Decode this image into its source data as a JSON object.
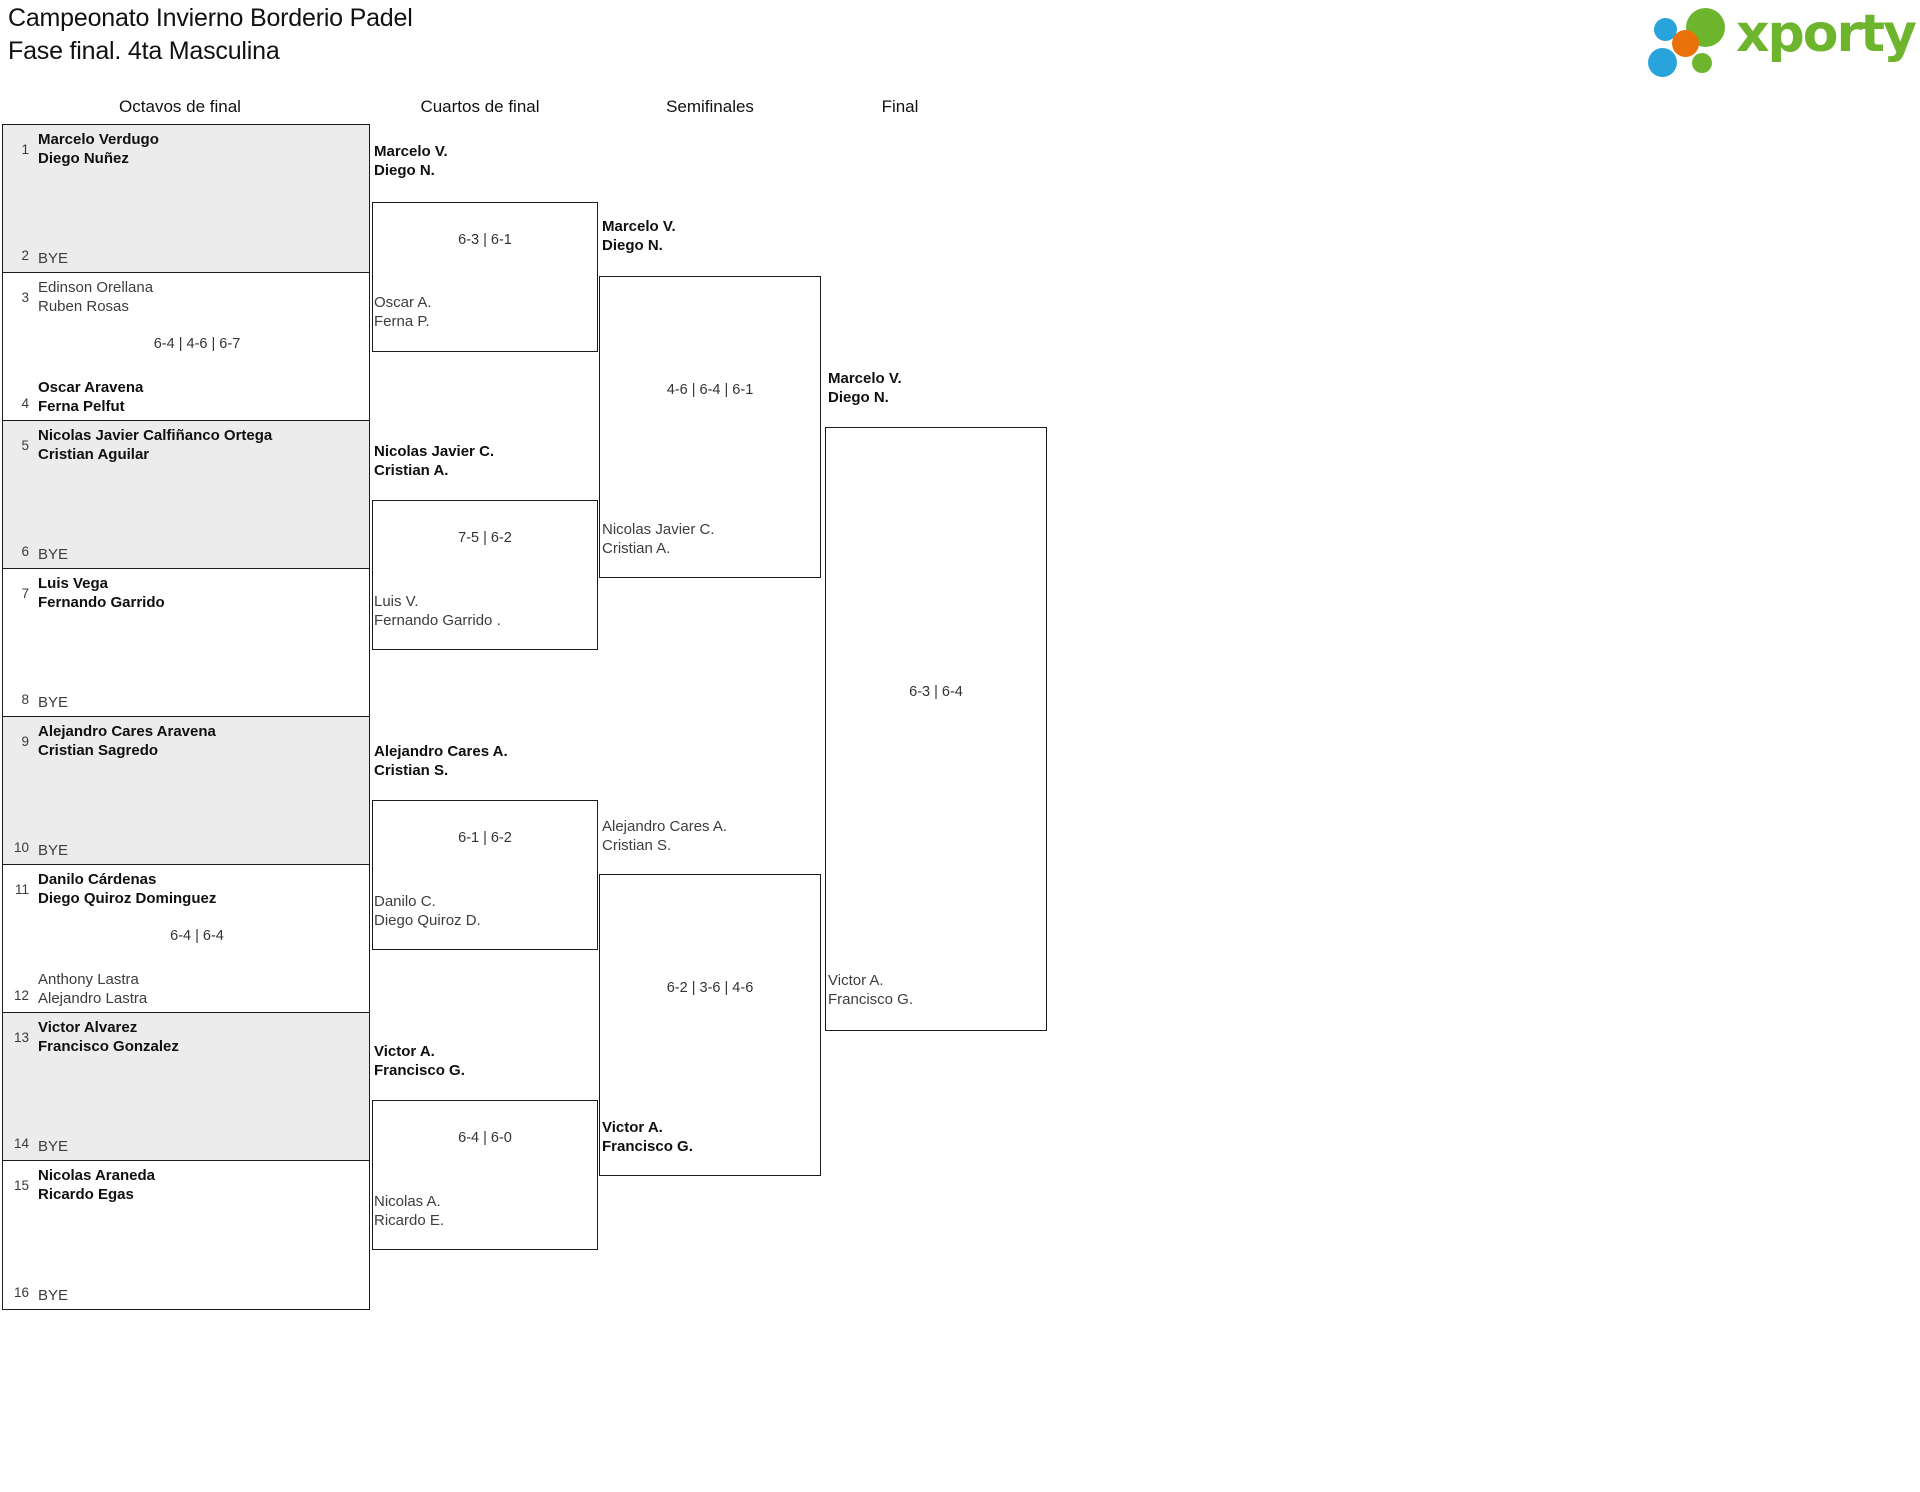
{
  "header": {
    "title_line1": "Campeonato Invierno Borderio Padel",
    "title_line2": "Fase final. 4ta Masculina",
    "brand": "xporty",
    "brand_colors": {
      "green": "#6cb52d",
      "blue": "#29a3dc",
      "orange": "#e8710a"
    }
  },
  "rounds": [
    {
      "key": "r16",
      "label": "Octavos de final"
    },
    {
      "key": "qf",
      "label": "Cuartos de final"
    },
    {
      "key": "sf",
      "label": "Semifinales"
    },
    {
      "key": "f",
      "label": "Final"
    }
  ],
  "bye_label": "BYE",
  "round16": [
    {
      "seed_top": "1",
      "top_line1": "Marcelo Verdugo",
      "top_line2": "Diego Nuñez",
      "top_winner": true,
      "seed_bottom": "2",
      "bottom_line1": "BYE",
      "bottom_line2": "",
      "bottom_winner": false,
      "score": "",
      "shaded": true
    },
    {
      "seed_top": "3",
      "top_line1": "Edinson Orellana",
      "top_line2": "Ruben Rosas",
      "top_winner": false,
      "seed_bottom": "4",
      "bottom_line1": "Oscar Aravena",
      "bottom_line2": "Ferna Pelfut",
      "bottom_winner": true,
      "score": "6-4 | 4-6 | 6-7",
      "shaded": false
    },
    {
      "seed_top": "5",
      "top_line1": "Nicolas Javier Calfiñanco Ortega",
      "top_line2": "Cristian Aguilar",
      "top_winner": true,
      "seed_bottom": "6",
      "bottom_line1": "BYE",
      "bottom_line2": "",
      "bottom_winner": false,
      "score": "",
      "shaded": true
    },
    {
      "seed_top": "7",
      "top_line1": "Luis Vega",
      "top_line2": "Fernando Garrido",
      "top_winner": true,
      "seed_bottom": "8",
      "bottom_line1": "BYE",
      "bottom_line2": "",
      "bottom_winner": false,
      "score": "",
      "shaded": false
    },
    {
      "seed_top": "9",
      "top_line1": "Alejandro Cares Aravena",
      "top_line2": "Cristian Sagredo",
      "top_winner": true,
      "seed_bottom": "10",
      "bottom_line1": "BYE",
      "bottom_line2": "",
      "bottom_winner": false,
      "score": "",
      "shaded": true
    },
    {
      "seed_top": "11",
      "top_line1": "Danilo Cárdenas",
      "top_line2": "Diego Quiroz Dominguez",
      "top_winner": true,
      "seed_bottom": "12",
      "bottom_line1": "Anthony Lastra",
      "bottom_line2": "Alejandro Lastra",
      "bottom_winner": false,
      "score": "6-4 | 6-4",
      "shaded": false
    },
    {
      "seed_top": "13",
      "top_line1": "Victor Alvarez",
      "top_line2": "Francisco Gonzalez",
      "top_winner": true,
      "seed_bottom": "14",
      "bottom_line1": "BYE",
      "bottom_line2": "",
      "bottom_winner": false,
      "score": "",
      "shaded": true
    },
    {
      "seed_top": "15",
      "top_line1": "Nicolas Araneda",
      "top_line2": "Ricardo Egas",
      "top_winner": true,
      "seed_bottom": "16",
      "bottom_line1": "BYE",
      "bottom_line2": "",
      "bottom_winner": false,
      "score": "",
      "shaded": false
    }
  ],
  "quarterfinals": [
    {
      "top_line1": "Marcelo V.",
      "top_line2": "Diego N.",
      "top_winner": true,
      "bottom_line1": "Oscar A.",
      "bottom_line2": "Ferna P.",
      "bottom_winner": false,
      "score": "6-3 | 6-1"
    },
    {
      "top_line1": "Nicolas Javier C.",
      "top_line2": "Cristian A.",
      "top_winner": true,
      "bottom_line1": "Luis V.",
      "bottom_line2": "Fernando Garrido .",
      "bottom_winner": false,
      "score": "7-5 | 6-2"
    },
    {
      "top_line1": "Alejandro Cares A.",
      "top_line2": "Cristian S.",
      "top_winner": true,
      "bottom_line1": "Danilo C.",
      "bottom_line2": "Diego Quiroz D.",
      "bottom_winner": false,
      "score": "6-1 | 6-2"
    },
    {
      "top_line1": "Victor A.",
      "top_line2": "Francisco G.",
      "top_winner": true,
      "bottom_line1": "Nicolas A.",
      "bottom_line2": "Ricardo E.",
      "bottom_winner": false,
      "score": "6-4 | 6-0"
    }
  ],
  "semifinals": [
    {
      "top_line1": "Marcelo V.",
      "top_line2": "Diego N.",
      "top_winner": true,
      "bottom_line1": "Nicolas Javier C.",
      "bottom_line2": "Cristian A.",
      "bottom_winner": false,
      "score": "4-6 | 6-4 | 6-1"
    },
    {
      "top_line1": "Alejandro Cares A.",
      "top_line2": "Cristian S.",
      "top_winner": false,
      "bottom_line1": "Victor A.",
      "bottom_line2": "Francisco G.",
      "bottom_winner": true,
      "score": "6-2 | 3-6 | 4-6"
    }
  ],
  "final": {
    "top_line1": "Marcelo V.",
    "top_line2": "Diego N.",
    "top_winner": true,
    "bottom_line1": "Victor A.",
    "bottom_line2": "Francisco G.",
    "bottom_winner": false,
    "score": "6-3 | 6-4"
  }
}
